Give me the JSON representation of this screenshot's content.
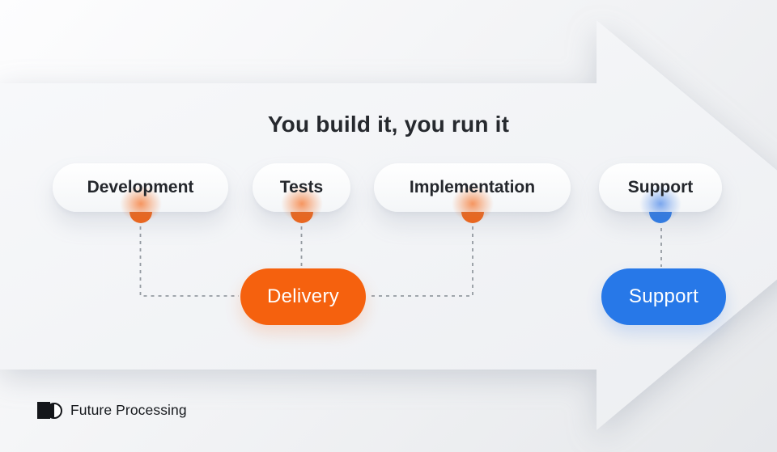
{
  "title": "You build it, you run it",
  "stages": [
    {
      "label": "Development",
      "accent": "orange"
    },
    {
      "label": "Tests",
      "accent": "orange"
    },
    {
      "label": "Implementation",
      "accent": "orange"
    },
    {
      "label": "Support",
      "accent": "blue"
    }
  ],
  "groups": [
    {
      "label": "Delivery",
      "color": "#f5610e"
    },
    {
      "label": "Support",
      "color": "#2778e8"
    }
  ],
  "colors": {
    "orange": "#f5610e",
    "blue": "#2778e8",
    "dashed_line": "#959ba2",
    "arrow_light": "#f7f8fa",
    "arrow_dark": "#edeff2",
    "title_text": "#26292e"
  },
  "footer": {
    "brand": "Future Processing"
  }
}
